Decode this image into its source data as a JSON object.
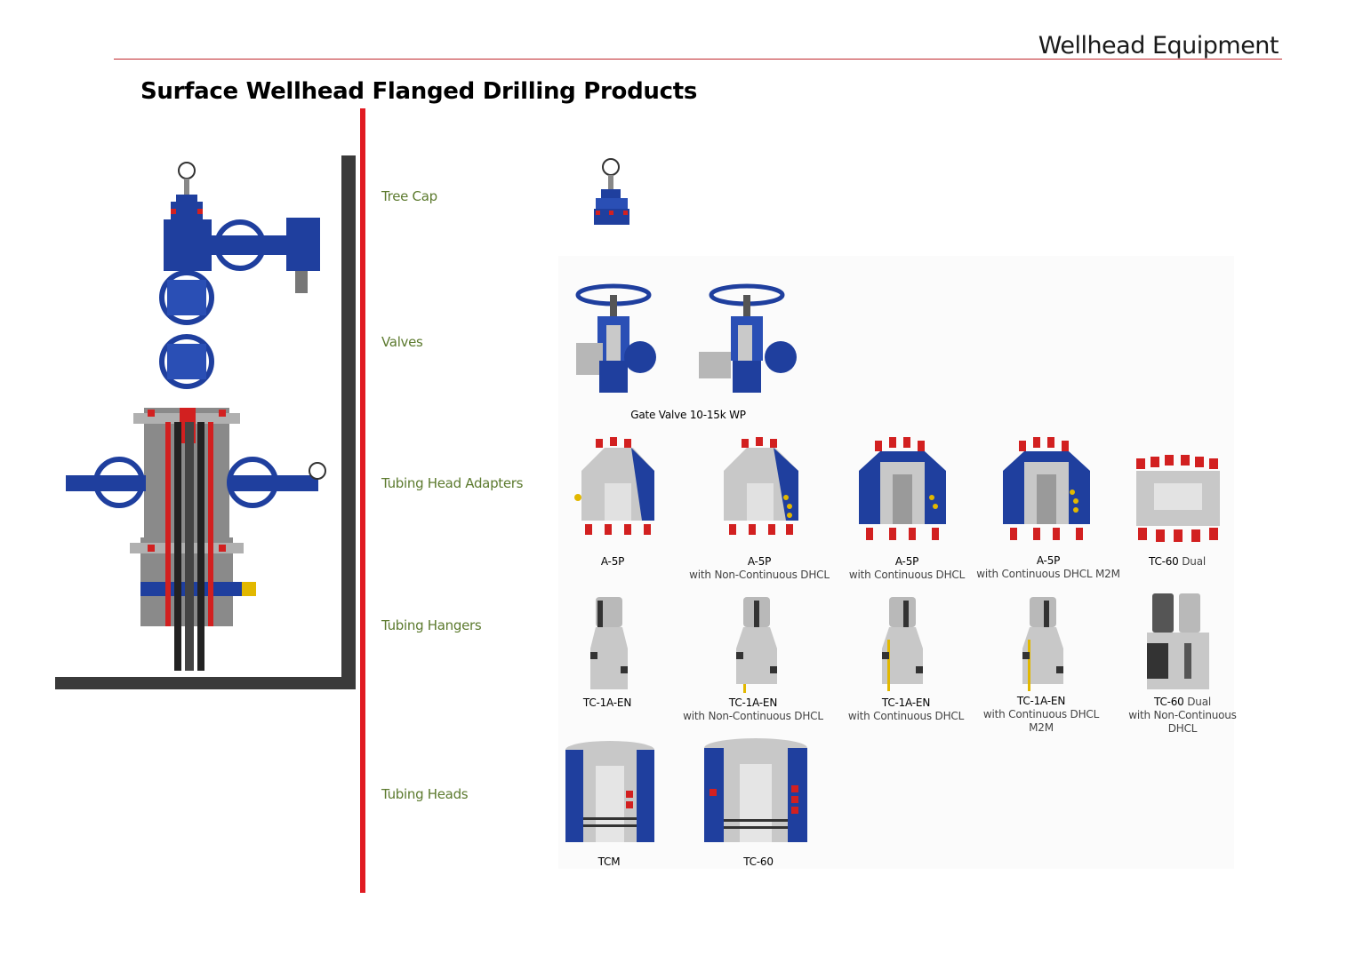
{
  "header": {
    "title": "Wellhead Equipment"
  },
  "page_title": "Surface Wellhead Flanged Drilling Products",
  "categories": {
    "tree_cap": "Tree Cap",
    "valves": "Valves",
    "tubing_head_adapters": "Tubing Head Adapters",
    "tubing_hangers": "Tubing Hangers",
    "tubing_heads": "Tubing Heads"
  },
  "valves": {
    "caption": "Gate Valve 10-15k WP"
  },
  "adapters": [
    {
      "name": "A-5P",
      "detail": ""
    },
    {
      "name": "A-5P",
      "detail": "with Non-Continuous DHCL"
    },
    {
      "name": "A-5P",
      "detail": "with Continuous DHCL"
    },
    {
      "name": "A-5P",
      "detail": "with Continuous DHCL M2M"
    },
    {
      "name": "TC-60",
      "suffix": "Dual",
      "detail": ""
    }
  ],
  "hangers": [
    {
      "name": "TC-1A-EN",
      "detail": ""
    },
    {
      "name": "TC-1A-EN",
      "detail": "with Non-Continuous DHCL"
    },
    {
      "name": "TC-1A-EN",
      "detail": "with Continuous DHCL"
    },
    {
      "name": "TC-1A-EN",
      "detail": "with Continuous DHCL M2M"
    },
    {
      "name": "TC-60",
      "suffix": "Dual",
      "detail": "with Non-Continuous DHCL"
    }
  ],
  "heads": [
    {
      "name": "TCM"
    },
    {
      "name": "TC-60"
    }
  ],
  "colors": {
    "accent_red": "#e11b22",
    "category_green": "#5c7a2e",
    "equipment_blue": "#1f3f9e",
    "frame_gray": "#3a3a3a"
  }
}
